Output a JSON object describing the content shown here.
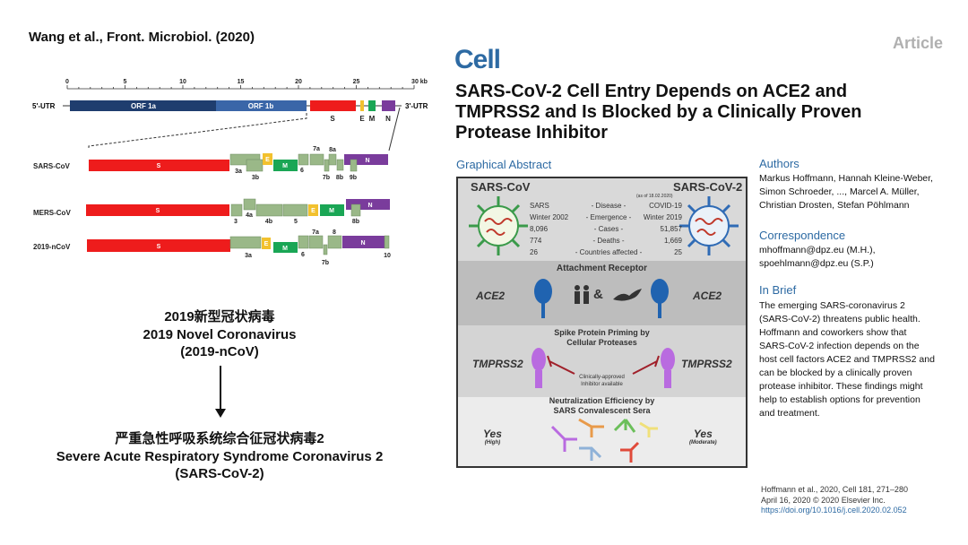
{
  "left": {
    "citation": "Wang et al., Front. Microbiol. (2020)",
    "axis": {
      "ticks": [
        "0",
        "5",
        "10",
        "15",
        "20",
        "25",
        "30 kb"
      ]
    },
    "genome": {
      "utr5": "5'-UTR",
      "utr3": "3'-UTR",
      "orf1a": "ORF 1a",
      "orf1b": "ORF 1b",
      "s": "S",
      "e": "E",
      "m": "M",
      "n": "N"
    },
    "rows": [
      {
        "name": "SARS-CoV",
        "labels": [
          "S",
          "E",
          "M",
          "N",
          "3a",
          "3b",
          "6",
          "7a",
          "8a",
          "7b",
          "8b",
          "9b"
        ]
      },
      {
        "name": "MERS-CoV",
        "labels": [
          "S",
          "E",
          "M",
          "N",
          "3",
          "4a",
          "4b",
          "5",
          "8b"
        ]
      },
      {
        "name": "2019-nCoV",
        "labels": [
          "S",
          "E",
          "M",
          "N",
          "3a",
          "6",
          "7a",
          "8",
          "7b",
          "10"
        ]
      }
    ],
    "old_name": {
      "cn": "2019新型冠状病毒",
      "en": "2019 Novel Coronavirus",
      "abbr": "(2019-nCoV)"
    },
    "new_name": {
      "cn": "严重急性呼吸系统综合征冠状病毒2",
      "en": "Severe Acute Respiratory Syndrome Coronavirus 2",
      "abbr": "(SARS-CoV-2)"
    }
  },
  "right": {
    "article_label": "Article",
    "journal": "Cell",
    "title_lines": [
      "SARS-CoV-2 Cell Entry Depends on ACE2 and",
      "TMPRSS2 and Is Blocked by a Clinically Proven",
      "Protease Inhibitor"
    ],
    "graphical_abstract_heading": "Graphical Abstract",
    "ga": {
      "left_virus": "SARS-CoV",
      "right_virus": "SARS-CoV-2",
      "asof": "(as of 18.02.2020)",
      "table": [
        [
          "SARS",
          "- Disease -",
          "COVID-19"
        ],
        [
          "Winter 2002",
          "- Emergence -",
          "Winter 2019"
        ],
        [
          "8,096",
          "- Cases -",
          "51,857"
        ],
        [
          "774",
          "- Deaths -",
          "1,669"
        ],
        [
          "26",
          "- Countries affected -",
          "25"
        ]
      ],
      "attachment": "Attachment Receptor",
      "ace2": "ACE2",
      "amp": "&",
      "priming": [
        "Spike Protein Priming by",
        "Cellular Proteases"
      ],
      "tmprss2": "TMPRSS2",
      "inhibitor": [
        "Clinically-approved",
        "Inhibitor available"
      ],
      "neutralization": [
        "Neutralization Efficiency by",
        "SARS Convalescent Sera"
      ],
      "yes": "Yes",
      "high": "(High)",
      "moderate": "(Moderate)"
    },
    "authors_heading": "Authors",
    "authors": [
      "Markus Hoffmann, Hannah Kleine-Weber,",
      "Simon Schroeder, ..., Marcel A. Müller,",
      "Christian Drosten, Stefan Pöhlmann"
    ],
    "correspondence_heading": "Correspondence",
    "correspondence": [
      "mhoffmann@dpz.eu (M.H.),",
      "spoehlmann@dpz.eu (S.P.)"
    ],
    "inbrief_heading": "In Brief",
    "inbrief": [
      "The emerging SARS-coronavirus 2",
      "(SARS-CoV-2) threatens public health.",
      "Hoffmann and coworkers show that",
      "SARS-CoV-2 infection depends on the",
      "host cell factors ACE2 and TMPRSS2 and",
      "can be blocked by a clinically proven",
      "protease inhibitor. These findings might",
      "help to establish options for prevention",
      "and treatment."
    ],
    "footer": [
      "Hoffmann et al., 2020, Cell 181, 271–280",
      "April 16, 2020 © 2020 Elsevier Inc.",
      "https://doi.org/10.1016/j.cell.2020.02.052"
    ]
  },
  "colors": {
    "orf1a": "#1f3d6e",
    "orf1b": "#3a66a8",
    "s": "#ee1c1c",
    "e": "#f2c12e",
    "m": "#1aa655",
    "n": "#7a3c9c",
    "acc": "#9ab888",
    "cell_blue": "#2d6aa3"
  }
}
